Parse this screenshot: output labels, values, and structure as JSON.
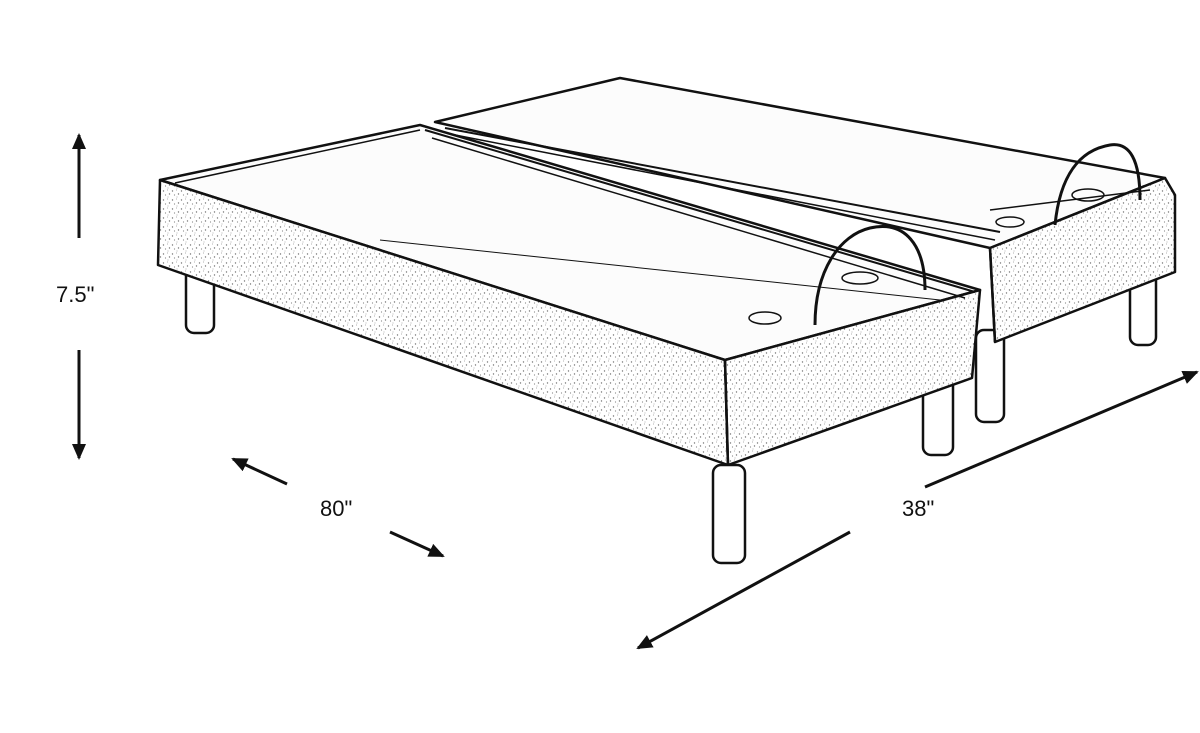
{
  "diagram": {
    "subject": "Split adjustable bed base (two twin XL bases side by side), line drawing",
    "colors": {
      "line": "#111111",
      "fabric_speckle": "#8a8a8a",
      "background": "#ffffff"
    },
    "dimensions": {
      "height": {
        "label": "7.5\"",
        "orientation": "vertical",
        "position": "left"
      },
      "length": {
        "label": "80\"",
        "orientation": "diagonal",
        "position": "front-left"
      },
      "width": {
        "label": "38\"",
        "orientation": "diagonal",
        "position": "front-right"
      }
    },
    "parts": [
      "left-base",
      "right-base",
      "retainer-bar-left",
      "retainer-bar-right",
      "legs",
      "fabric-skirt",
      "deck-panels"
    ]
  }
}
